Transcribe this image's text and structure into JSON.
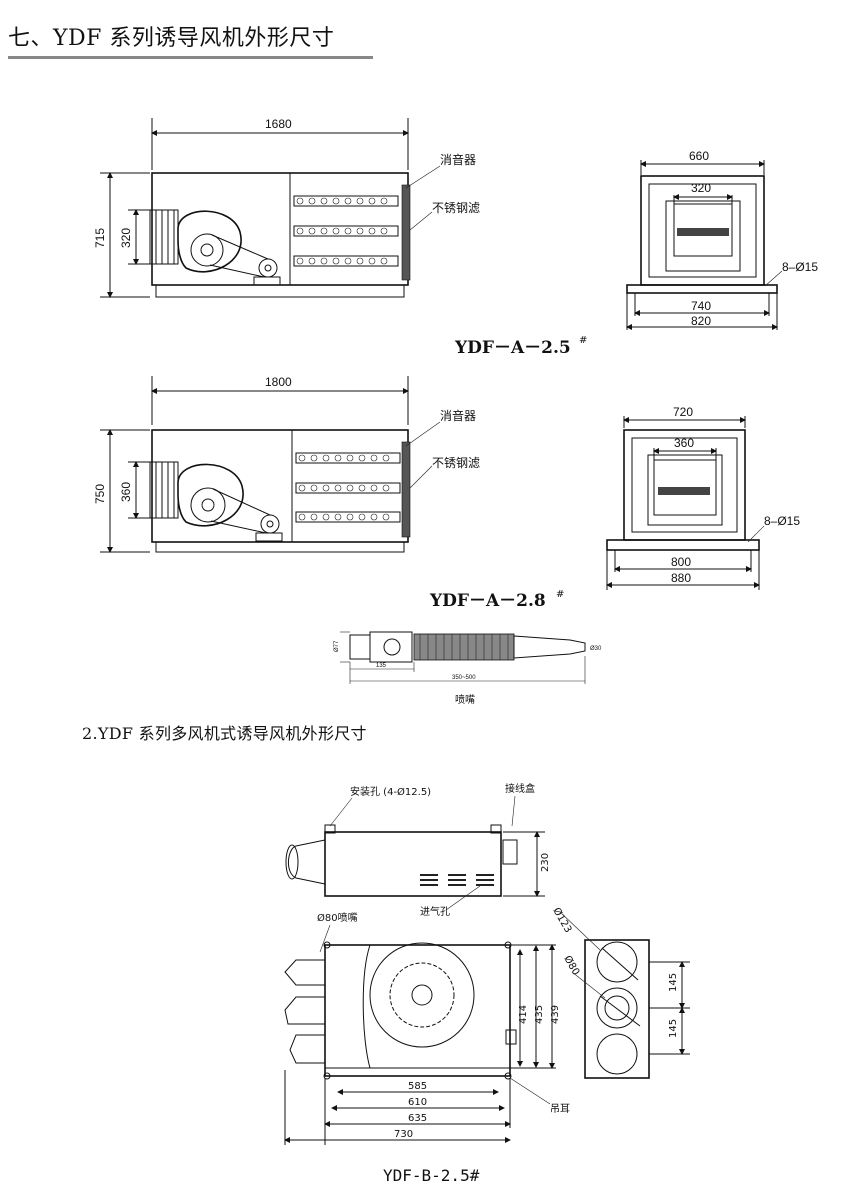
{
  "section_title": "七、YDF 系列诱导风机外形尺寸",
  "subsection_title": "2.YDF 系列多风机式诱导风机外形尺寸",
  "fig_a25": {
    "model": "YDF－A－2.5",
    "model_mark": "#",
    "length": "1680",
    "height": "715",
    "inlet": "320",
    "label_silencer": "消音器",
    "label_filter": "不锈钢滤",
    "end_width": "660",
    "end_inner": "320",
    "holes": "8–Ø15",
    "base_inner": "740",
    "base_outer": "820"
  },
  "fig_a28": {
    "model": "YDF－A－2.8",
    "model_mark": "#",
    "length": "1800",
    "height": "750",
    "inlet": "360",
    "label_silencer": "消音器",
    "label_filter": "不锈钢滤",
    "end_width": "720",
    "end_inner": "360",
    "holes": "8–Ø15",
    "base_inner": "800",
    "base_outer": "880"
  },
  "nozzle": {
    "dim_left": "Ø77",
    "dim_right": "Ø30",
    "dim_135": "135",
    "dim_range": "350~500",
    "label": "喷嘴"
  },
  "fig_b25": {
    "model": "YDF-B-2.5#",
    "mount_holes": "安装孔 (4-Ø12.5)",
    "junction_box": "接线盒",
    "height_230": "230",
    "nozzle_80": "Ø80喷嘴",
    "air_inlet": "进气孔",
    "d123": "Ø123",
    "d80": "Ø80",
    "dim_414": "414",
    "dim_435": "435",
    "dim_439": "439",
    "dim_145a": "145",
    "dim_145b": "145",
    "dim_585": "585",
    "dim_610": "610",
    "dim_635": "635",
    "dim_730": "730",
    "hanger": "吊耳"
  }
}
